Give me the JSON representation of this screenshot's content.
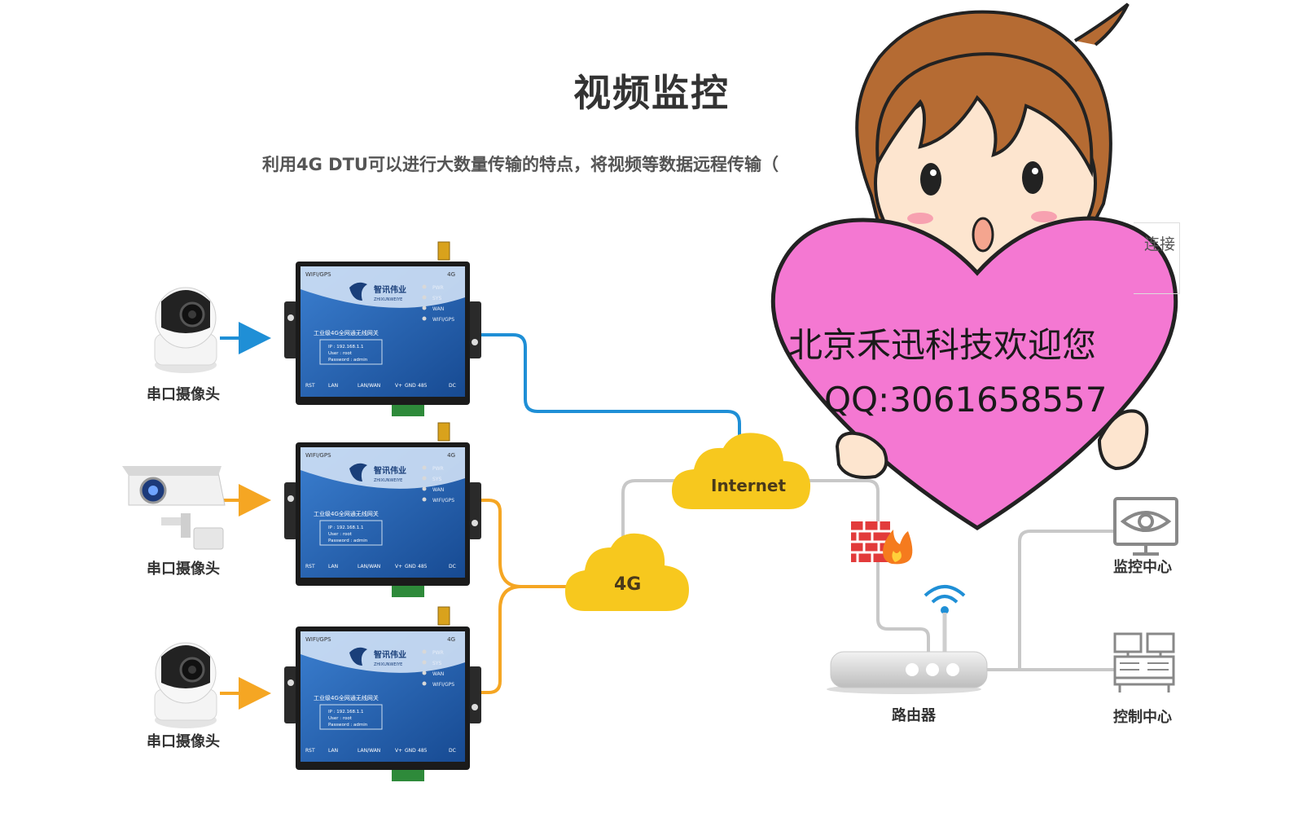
{
  "title": "视频监控",
  "subtitle": "利用4G DTU可以进行大数量传输的特点，将视频等数据远程传输（",
  "fragment_text": "连接",
  "nodes": {
    "camera_1": "串口摄像头",
    "camera_2": "串口摄像头",
    "camera_3": "串口摄像头",
    "cloud_internet": "Internet",
    "cloud_4g": "4G",
    "router": "路由器",
    "monitor_center": "监控中心",
    "control_center": "控制中心"
  },
  "device": {
    "brand": "智讯伟业",
    "brand_sub": "ZHIXUNWEIYE",
    "product": "工业级4G全网通无线网关",
    "ip": "IP : 192.168.1.1",
    "user": "User : root",
    "password": "Password : admin",
    "led_labels": [
      "PWR",
      "SYS",
      "WAN",
      "WIFI/GPS"
    ],
    "top_left": "WIFI/GPS",
    "top_right": "4G",
    "bottom_ports": [
      "RST",
      "LAN",
      "LAN/WAN",
      "V+",
      "GND",
      "485",
      "DC"
    ]
  },
  "overlay": {
    "line1": "北京禾迅科技欢迎您",
    "line2": "QQ:3061658557"
  },
  "colors": {
    "blue_line": "#1f8fd6",
    "orange_line": "#f5a623",
    "gray_line": "#c8c8c8",
    "cloud": "#f7c81e",
    "heart": "#f478d2",
    "device_blue": "#1e5aa8"
  }
}
